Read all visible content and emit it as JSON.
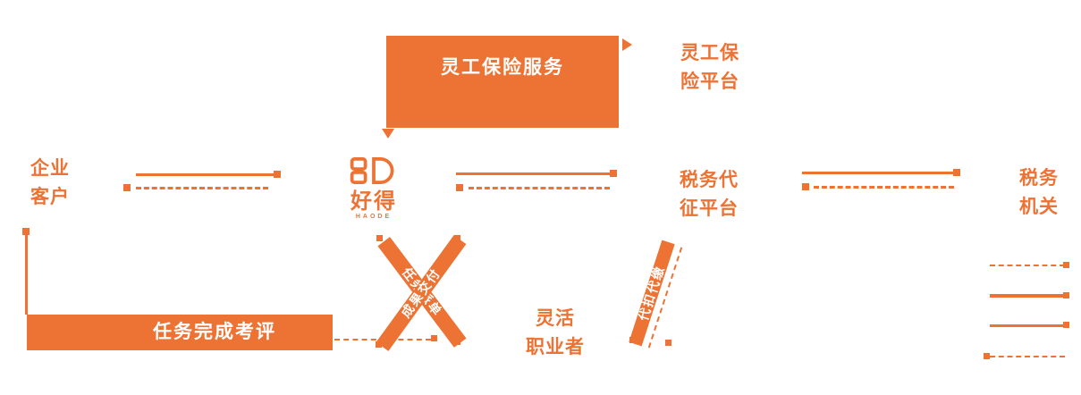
{
  "colors": {
    "accent": "#EC7334",
    "bar_text": "#ffffff",
    "background": "#ffffff"
  },
  "top_box": {
    "label": "灵工保险服务"
  },
  "nodes": {
    "insurance_platform": {
      "label": "灵工保\n险平台"
    },
    "enterprise": {
      "label": "企业\n客户"
    },
    "logo": {
      "name": "好得",
      "sub": "HAODE"
    },
    "tax_agent": {
      "label": "税务代\n征平台"
    },
    "tax_authority": {
      "label": "税务\n机关"
    },
    "worker": {
      "label": "灵活\n职业者"
    }
  },
  "flows": {
    "task_eval": "任务完成考评",
    "diag_a": "任务派单",
    "diag_b": "成果交付",
    "withhold": "代扣代缴"
  }
}
